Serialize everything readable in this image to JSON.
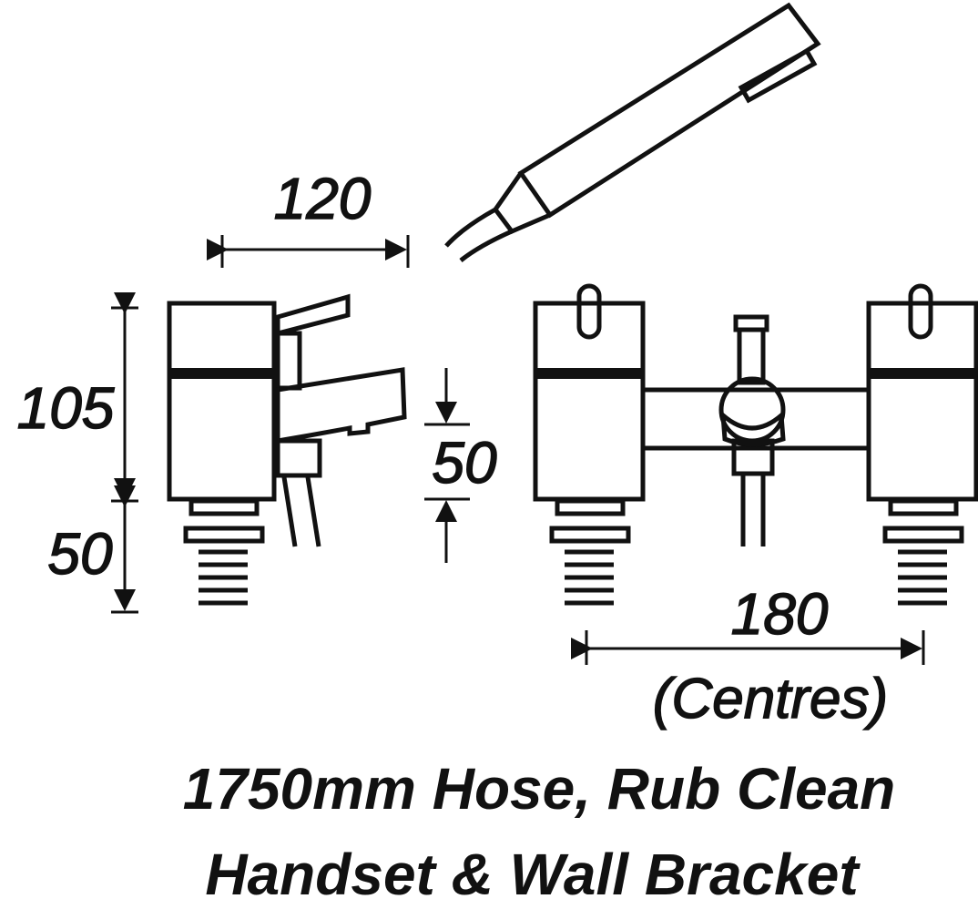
{
  "dimensions": {
    "width_top": "120",
    "height_body": "105",
    "height_tail": "50",
    "spout_height": "50",
    "centres_value": "180",
    "centres_label": "(Centres)"
  },
  "caption": {
    "line1": "1750mm Hose, Rub Clean",
    "line2": "Handset & Wall Bracket"
  },
  "colors": {
    "ink": "#111111",
    "background": "#ffffff"
  }
}
